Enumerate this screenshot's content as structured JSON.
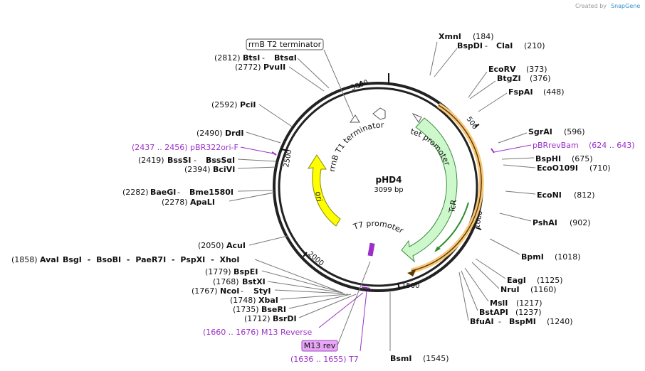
{
  "credit": {
    "text": "Created by",
    "brand": "SnapGene"
  },
  "plasmid": {
    "name": "pHD4",
    "size": "3099 bp"
  },
  "ticks": [
    "3000",
    "500",
    "1000",
    "1500",
    "2000",
    "2500"
  ],
  "features": {
    "rrnb_t2": "rrnB T2 terminator",
    "rrnb_t1": "rrnB T1 terminator",
    "tet_promoter": "tet promoter",
    "tcr": "TcR",
    "ori": "ori",
    "t7_promoter": "T7 promoter",
    "m13_rev": "M13 rev"
  },
  "right_sites": [
    {
      "name": "XmnI",
      "pos": "(184)"
    },
    {
      "name": "BspDI",
      "sep": " - ",
      "name2": "ClaI",
      "pos": "(210)"
    },
    {
      "name": "EcoRV",
      "pos": "(373)"
    },
    {
      "name": "BtgZI",
      "pos": "(376)"
    },
    {
      "name": "FspAI",
      "pos": "(448)"
    },
    {
      "name": "SgrAI",
      "pos": "(596)"
    },
    {
      "name": "BspHI",
      "pos": "(675)"
    },
    {
      "name": "EcoO109I",
      "pos": "(710)"
    },
    {
      "name": "EcoNI",
      "pos": "(812)"
    },
    {
      "name": "PshAI",
      "pos": "(902)"
    },
    {
      "name": "BpmI",
      "pos": "(1018)"
    },
    {
      "name": "EagI",
      "pos": "(1125)"
    },
    {
      "name": "NruI",
      "pos": "(1160)"
    },
    {
      "name": "MslI",
      "pos": "(1217)"
    },
    {
      "name": "BstAPI",
      "pos": "(1237)"
    },
    {
      "name": "BfuAI",
      "sep": " - ",
      "name2": "BspMI",
      "pos": "(1240)"
    },
    {
      "name": "BsmI",
      "pos": "(1545)"
    }
  ],
  "left_sites": [
    {
      "pos": "(2812)",
      "name": "BtsI",
      "sep": " - ",
      "name2": "BtsαI"
    },
    {
      "pos": "(2772)",
      "name": "PvuII"
    },
    {
      "pos": "(2592)",
      "name": "PciI"
    },
    {
      "pos": "(2490)",
      "name": "DrdI"
    },
    {
      "pos": "(2419)",
      "name": "BssSI",
      "sep": " - ",
      "name2": "BssSαI"
    },
    {
      "pos": "(2394)",
      "name": "BciVI"
    },
    {
      "pos": "(2282)",
      "name": "BaeGI",
      "sep": " - ",
      "name2": "Bme1580I"
    },
    {
      "pos": "(2278)",
      "name": "ApaLI"
    },
    {
      "pos": "(2050)",
      "name": "AcuI"
    },
    {
      "pos": "(1858)",
      "name": "AvaI",
      "rest": "BsgI - BsoBI - PaeR7I - PspXI - XhoI"
    },
    {
      "pos": "(1779)",
      "name": "BspEI"
    },
    {
      "pos": "(1768)",
      "name": "BstXI"
    },
    {
      "pos": "(1767)",
      "name": "NcoI",
      "sep": " - ",
      "name2": "StyI"
    },
    {
      "pos": "(1748)",
      "name": "XbaI"
    },
    {
      "pos": "(1735)",
      "name": "BseRI"
    },
    {
      "pos": "(1712)",
      "name": "BsrDI"
    }
  ],
  "primers": {
    "pbr322": "(2437 .. 2456)  pBR322ori-F",
    "pbrrev": "pBRrevBam",
    "pbrrev_pos": "(624 .. 643)",
    "m13reverse": "(1660 .. 1676)  M13 Reverse",
    "t7": "(1636 .. 1655)  T7"
  },
  "colors": {
    "backbone": "#222222",
    "tcr": "#ccf8cc",
    "ori": "#ffff00",
    "orange_primer": "#f7c77a",
    "primer": "#9b30c8",
    "m13box": "#e7a6f5"
  }
}
